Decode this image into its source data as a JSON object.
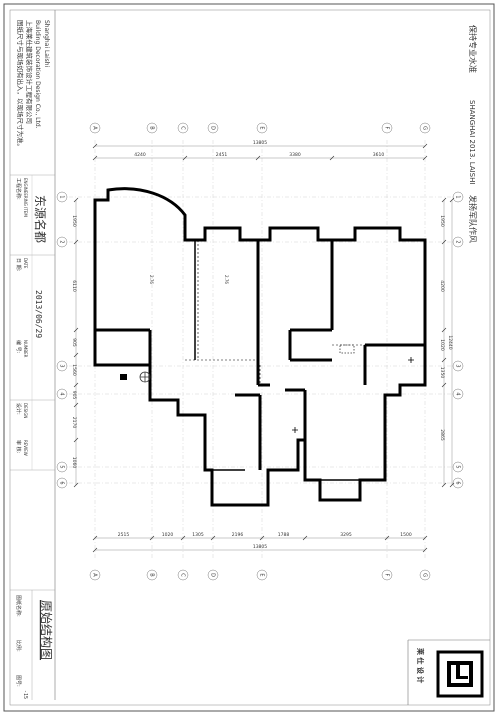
{
  "header": {
    "company_motto": "保持专业水准",
    "project_banner": "SHANGHAI 2013. LAISHI",
    "tagline": "发扬军队作风"
  },
  "title_block": {
    "company_note": "图纸尺寸与现场如有出入，以现场尺寸为准。",
    "company_cn": "上海莱仕建筑装饰设计工程有限公司",
    "company_en_1": "Building Decoration Design Co., Ltd.",
    "company_en_2": "Shanghai Laishi",
    "project_label": "工程名称:",
    "project_label_en": "ENGINEERING ITEM",
    "project_name": "东源名都",
    "date_label": "日 期:",
    "date_label_en": "DATE",
    "date": "2013/06/29",
    "number_label": "编 号:",
    "number_label_en": "NUMBER",
    "design_label": "设计:",
    "design_label_en": "DESIGN",
    "review_label": "审 核:",
    "review_label_en": "REVIEW",
    "drawing_label": "图纸名称:",
    "drawing_title": "原始结构图",
    "scale_label": "比例:",
    "page_label": "图号:",
    "page_no": "-15"
  },
  "logo": {
    "caption": "莱 仕 设 计",
    "mark": "LC"
  },
  "axes": {
    "vertical": [
      "A",
      "B",
      "C",
      "D",
      "E",
      "F",
      "G"
    ],
    "horizontal": [
      "1",
      "2",
      "3",
      "4",
      "5",
      "6"
    ]
  },
  "dimensions": {
    "top_total": "13805",
    "top_segments": [
      "4240",
      "2451",
      "3380",
      "3610"
    ],
    "bottom_total": "13805",
    "bottom_segments": [
      "2515",
      "1020",
      "1305",
      "2196",
      "1788",
      "3295",
      "1500"
    ],
    "left_segments": [
      "1950",
      "6110",
      "905",
      "1560",
      "905",
      "2170",
      "1060"
    ],
    "right_segments": [
      "1950",
      "4200",
      "1020",
      "1350",
      "2865"
    ],
    "right_total": "12440"
  },
  "room_labels": {
    "room_a": "2.76",
    "room_b": "2.76"
  }
}
